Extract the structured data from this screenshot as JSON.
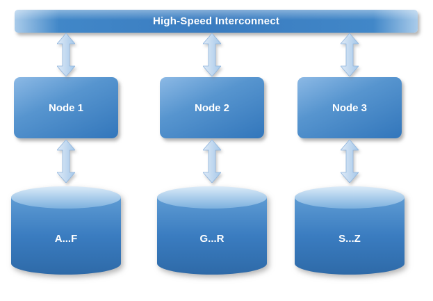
{
  "interconnect": {
    "label": "High-Speed Interconnect"
  },
  "nodes": [
    {
      "label": "Node 1"
    },
    {
      "label": "Node 2"
    },
    {
      "label": "Node 3"
    }
  ],
  "storages": [
    {
      "label": "A...F"
    },
    {
      "label": "G...R"
    },
    {
      "label": "S...Z"
    }
  ],
  "icons": {
    "connector": "double-headed-vertical-arrow",
    "storage_shape": "database-cylinder"
  },
  "colors": {
    "shape_blue": "#3a7cc0",
    "shape_blue_light": "#8cb9e5",
    "shape_blue_dark": "#2e6aa8",
    "cylinder_top": "#d8e8f6",
    "arrow_blue": "#bcd6ee",
    "text": "#ffffff",
    "background": "#ffffff"
  }
}
